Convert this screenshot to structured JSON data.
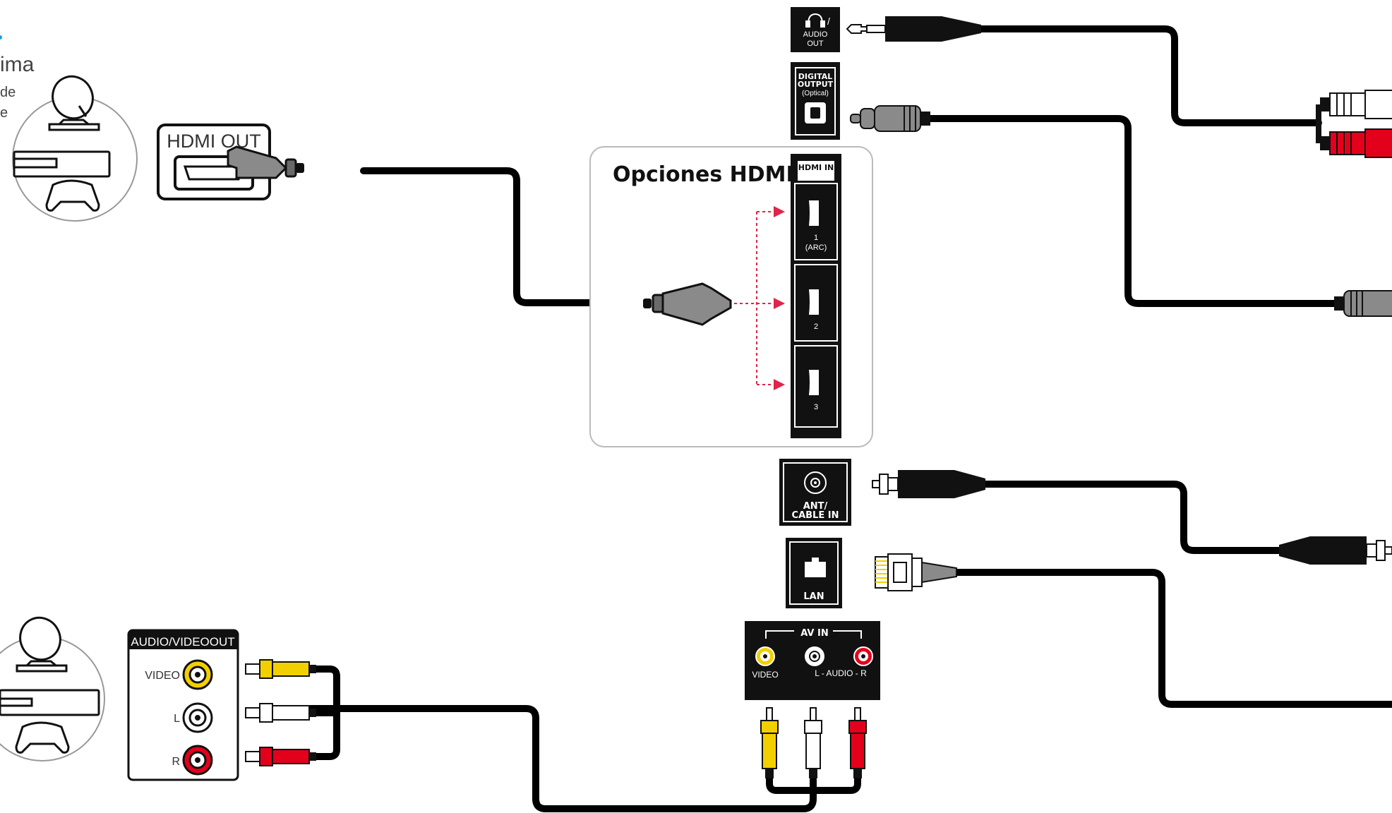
{
  "left_panel": {
    "partial_heading": "ima",
    "partial_line1": "de",
    "partial_line2": "e"
  },
  "source_device_top": {
    "port_label": "HDMI OUT"
  },
  "source_device_bottom": {
    "panel_title": "AUDIO/VIDEOOUT",
    "jack_video": "VIDEO",
    "jack_left": "L",
    "jack_right": "R"
  },
  "hdmi_options": {
    "title": "Opciones HDMI",
    "panel_label": "HDMI IN",
    "ports": [
      {
        "number": "1",
        "sub": "(ARC)"
      },
      {
        "number": "2",
        "sub": ""
      },
      {
        "number": "3",
        "sub": ""
      }
    ]
  },
  "tv_ports": {
    "audio_out": {
      "line1": "/",
      "line2": "AUDIO",
      "line3": "OUT"
    },
    "digital_output": {
      "line1": "DIGITAL",
      "line2": "OUTPUT",
      "line3": "(Optical)"
    },
    "ant_cable_in": {
      "line1": "ANT/",
      "line2": "CABLE IN"
    },
    "lan": {
      "label": "LAN"
    },
    "av_in": {
      "title": "AV IN",
      "video": "VIDEO",
      "audio": "L - AUDIO - R"
    }
  },
  "colors": {
    "cable": "#000000",
    "connector_gray": "#8a8a8a",
    "arrow_red": "#e0244a",
    "rca_yellow": "#f2d000",
    "rca_red": "#e3001b",
    "rca_white": "#ffffff",
    "panel_black": "#111111",
    "box_border": "#bbbbbb",
    "accent_blue": "#1e9be0"
  },
  "icons": [
    "satellite-dish-icon",
    "set-top-box-icon",
    "gamepad-icon",
    "headphones-icon",
    "optical-port-icon",
    "coax-port-icon",
    "ethernet-port-icon",
    "hdmi-port-icon",
    "rca-jack-icon",
    "rca-plug-icon",
    "hdmi-plug-icon",
    "coax-plug-icon",
    "ethernet-plug-icon",
    "optical-plug-icon",
    "audio-jack-plug-icon"
  ]
}
